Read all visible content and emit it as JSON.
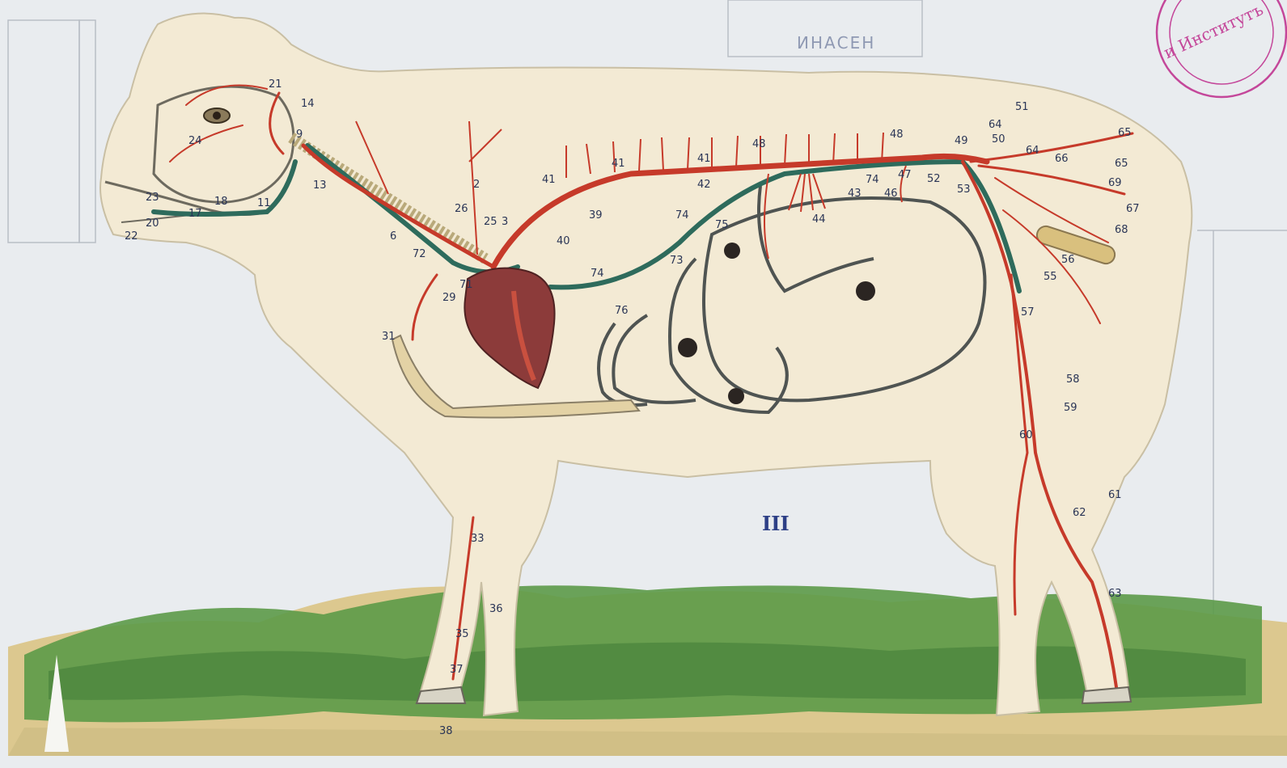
{
  "plate": {
    "numeral": "III"
  },
  "stamps": {
    "circle_text": "и Институтъ",
    "box_text": "ИНАСЕН"
  },
  "colors": {
    "paper": "#e9ecef",
    "body": "#f3ead4",
    "artery": "#c63a2a",
    "vein": "#2e6b5c",
    "heart": "#8c3b3a",
    "grass": "#5c9a48",
    "label": "#2a3556"
  },
  "labels": {
    "l24": "24",
    "l21": "21",
    "l14": "14",
    "l9": "9",
    "l23": "23",
    "l20": "20",
    "l22": "22",
    "l17": "17",
    "l18": "18",
    "l11": "11",
    "l13": "13",
    "l6": "6",
    "l72": "72",
    "l26": "26",
    "l2": "2",
    "l25": "25",
    "l3": "3",
    "l39": "39",
    "l40": "40",
    "l71": "71",
    "l29": "29",
    "l31": "31",
    "l41a": "41",
    "l41b": "41",
    "l41c": "41",
    "l42": "42",
    "l48a": "48",
    "l48b": "48",
    "l74a": "74",
    "l74b": "74",
    "l74c": "74",
    "l73": "73",
    "l75": "75",
    "l76": "76",
    "l44": "44",
    "l43": "43",
    "l47": "47",
    "l46": "46",
    "l52": "52",
    "l53": "53",
    "l51": "51",
    "l64a": "64",
    "l64b": "64",
    "l50": "50",
    "l49": "49",
    "l65a": "65",
    "l65b": "65",
    "l66": "66",
    "l69": "69",
    "l67": "67",
    "l68": "68",
    "l56": "56",
    "l55": "55",
    "l57": "57",
    "l58": "58",
    "l59": "59",
    "l60": "60",
    "l61": "61",
    "l62": "62",
    "l63": "63",
    "l33": "33",
    "l36": "36",
    "l35": "35",
    "l37": "37",
    "l38": "38"
  }
}
